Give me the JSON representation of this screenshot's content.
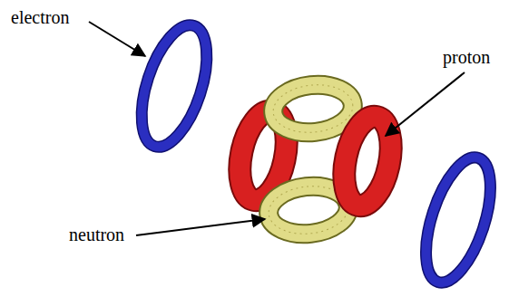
{
  "diagram": {
    "labels": [
      "electron",
      "proton",
      "neutron"
    ]
  }
}
